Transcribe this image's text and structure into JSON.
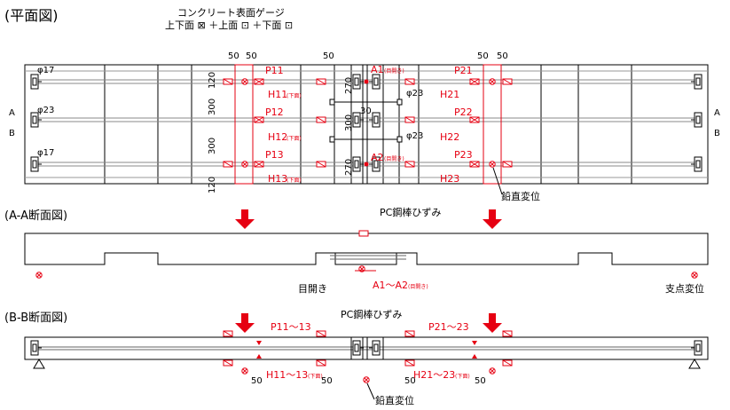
{
  "titles": {
    "plan": "(平面図)",
    "section_a": "(A-A断面図)",
    "section_b": "(B-B断面図)"
  },
  "legend": {
    "title": "コンクリート表面ゲージ",
    "row": "上下面 ⊠ ＋上面 ⊡ ＋下面 ⊡"
  },
  "plan_labels": {
    "dia_top": "φ17",
    "dia_mid": "φ23",
    "dia_bot": "φ17",
    "dia_center_a": "φ23",
    "dia_center_b": "φ23",
    "section_a_left": "A",
    "section_b_left": "B",
    "section_a_right": "A",
    "section_b_right": "B",
    "p11": "P11",
    "p12": "P12",
    "p13": "P13",
    "p21": "P21",
    "p22": "P22",
    "p23": "P23",
    "h11": "H11",
    "h12": "H12",
    "h13": "H13",
    "h21": "H21",
    "h22": "H22",
    "h23": "H23",
    "lower_face": "(下面)",
    "a1": "A1",
    "a2": "A2",
    "opening_small": "(目開き)",
    "vertical_disp": "鉛直変位"
  },
  "dimensions": {
    "d50a": "50",
    "d50b": "50",
    "d50c": "50",
    "d50d": "50",
    "d50e": "50",
    "d120a": "120",
    "d300a": "300",
    "d300b": "300",
    "d120b": "120",
    "d270a": "270",
    "d30": "30",
    "d300c": "300",
    "d270b": "270",
    "bb_50a": "50",
    "bb_50b": "50",
    "bb_50c": "50",
    "bb_50d": "50"
  },
  "section_a_labels": {
    "pc_strain": "PC鋼棒ひずみ",
    "opening": "目開き",
    "a1_a2": "A1～A2",
    "opening_small": "(目開き)",
    "support_disp": "支点変位"
  },
  "section_b_labels": {
    "p11_13": "P11～13",
    "pc_strain": "PC鋼棒ひずみ",
    "p21_23": "P21～23",
    "h11_13": "H11～13",
    "h21_23": "H21～23",
    "lower_face": "(下面)",
    "vertical_disp": "鉛直変位"
  },
  "colors": {
    "accent_red": "#e60012",
    "line": "#000000"
  }
}
